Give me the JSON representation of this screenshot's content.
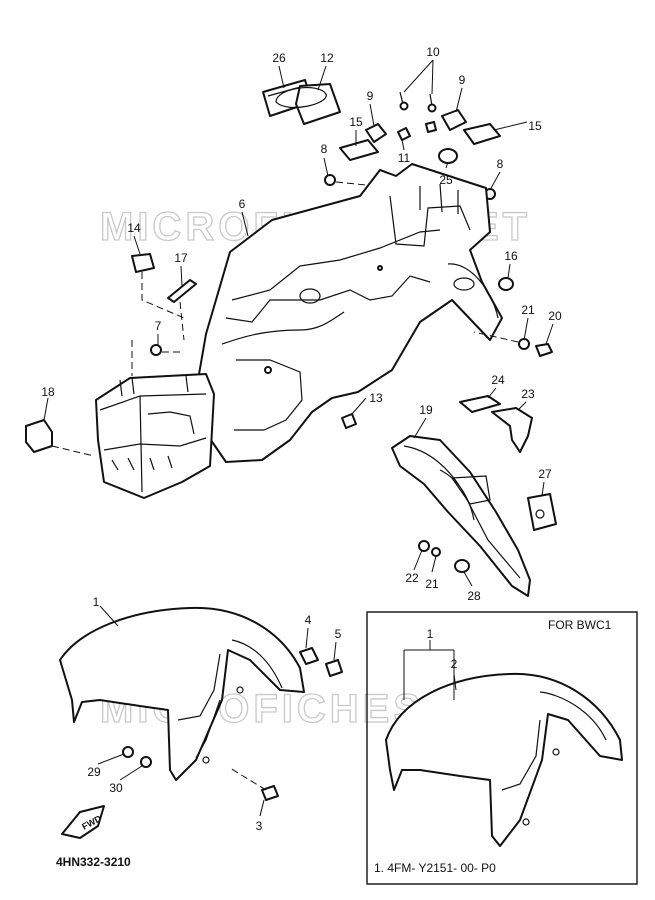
{
  "watermarks": [
    "MICROFICHES.NET",
    "MICROFICHES.NET"
  ],
  "callouts": [
    "26",
    "12",
    "10",
    "9",
    "9",
    "15",
    "15",
    "11",
    "8",
    "8",
    "25",
    "6",
    "14",
    "17",
    "7",
    "16",
    "21",
    "20",
    "18",
    "13",
    "24",
    "23",
    "19",
    "27",
    "22",
    "21",
    "28",
    "1",
    "4",
    "5",
    "29",
    "30",
    "3",
    "1",
    "2"
  ],
  "variant_box_title": "FOR BWC1",
  "variant_part_note": "1. 4FM- Y2151- 00- P0",
  "drawing_code": "4HN332-3210",
  "fwd_label": "FWD"
}
